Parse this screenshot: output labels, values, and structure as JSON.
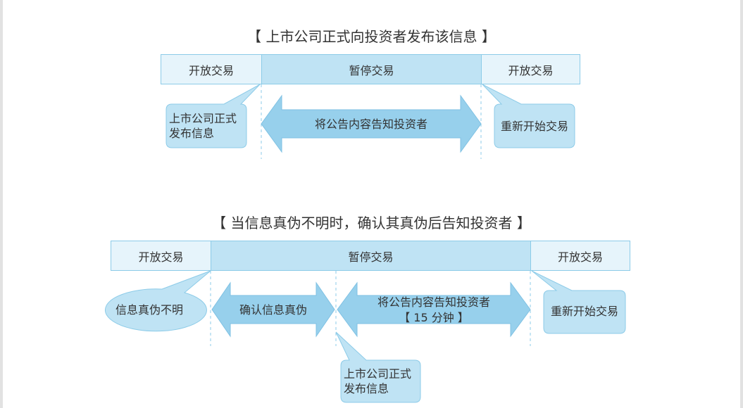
{
  "diagram1": {
    "title": "【 上市公司正式向投资者发布该信息 】",
    "bar": [
      "开放交易",
      "暂停交易",
      "开放交易"
    ],
    "arrow_label": "将公告内容告知投资者",
    "callout_publish": "上市公司正式\n发布信息",
    "callout_resume": "重新开始交易"
  },
  "diagram2": {
    "title": "【 当信息真伪不明时，确认其真伪后告知投资者 】",
    "bar": [
      "开放交易",
      "暂停交易",
      "开放交易"
    ],
    "callout_unclear": "信息真伪不明",
    "arrow_confirm": "确认信息真伪",
    "arrow_notify_line1": "将公告内容告知投资者",
    "arrow_notify_line2": "【 15 分钟 】",
    "callout_publish": "上市公司正式\n发布信息",
    "callout_resume": "重新开始交易"
  },
  "colors": {
    "open_fill": "#e6f4fb",
    "halt_fill": "#bfe3f4",
    "border": "#8ccbe8",
    "arrow_fill": "#97d0ec",
    "callout_fill": "#bfe3f4",
    "dash": "#8ccbe8"
  }
}
